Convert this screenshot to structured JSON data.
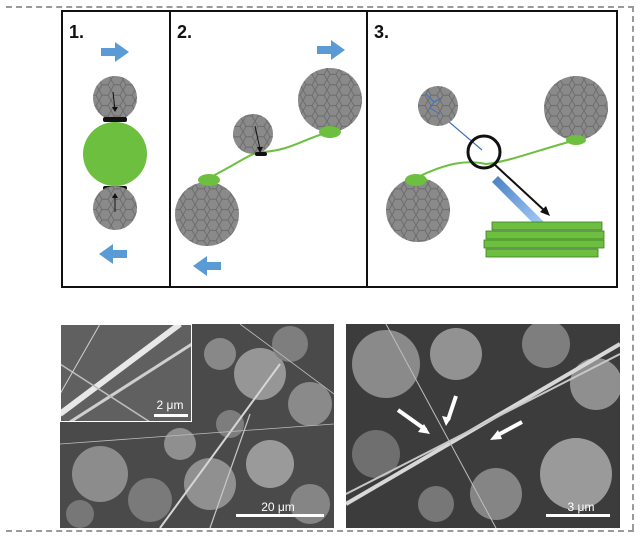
{
  "figure": {
    "panels": [
      {
        "label": "1."
      },
      {
        "label": "2."
      },
      {
        "label": "3."
      }
    ],
    "micrographs": [
      {
        "scale_main": "20 μm",
        "scale_inset": "2 μm"
      },
      {
        "scale_main": "3 μm"
      }
    ],
    "colors": {
      "cluster": "#8a8a8a",
      "cluster_line": "#6b6b6b",
      "green": "#6cbf3f",
      "arrow_blue": "#5b9bd5",
      "sem_bg": "#3a3a3a"
    }
  }
}
